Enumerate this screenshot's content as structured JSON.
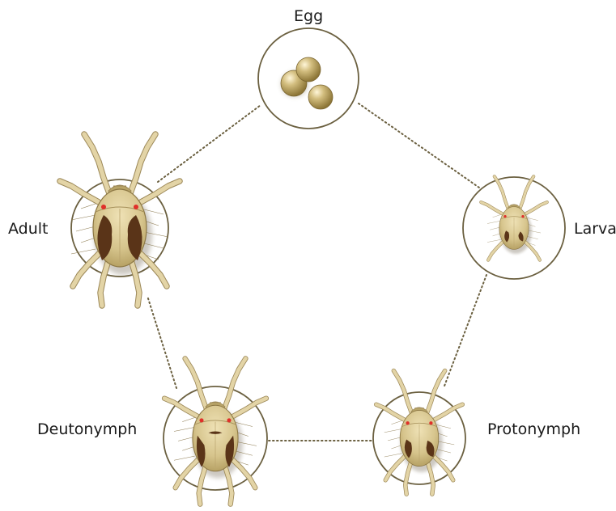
{
  "diagram": {
    "stages": [
      {
        "id": "egg",
        "label": "Egg"
      },
      {
        "id": "larva",
        "label": "Larva"
      },
      {
        "id": "protonymph",
        "label": "Protonymph"
      },
      {
        "id": "deutonymph",
        "label": "Deutonymph"
      },
      {
        "id": "adult",
        "label": "Adult"
      }
    ],
    "colors": {
      "ring": "#6b6040",
      "connector": "#6b6040",
      "body": "#d8c690",
      "body_shade": "#b8a468",
      "leg": "#e3d4a6",
      "leg_stroke": "#9c8858",
      "patch": "#5a3418",
      "eye": "#e0302a",
      "egg": "#b39a55"
    }
  }
}
